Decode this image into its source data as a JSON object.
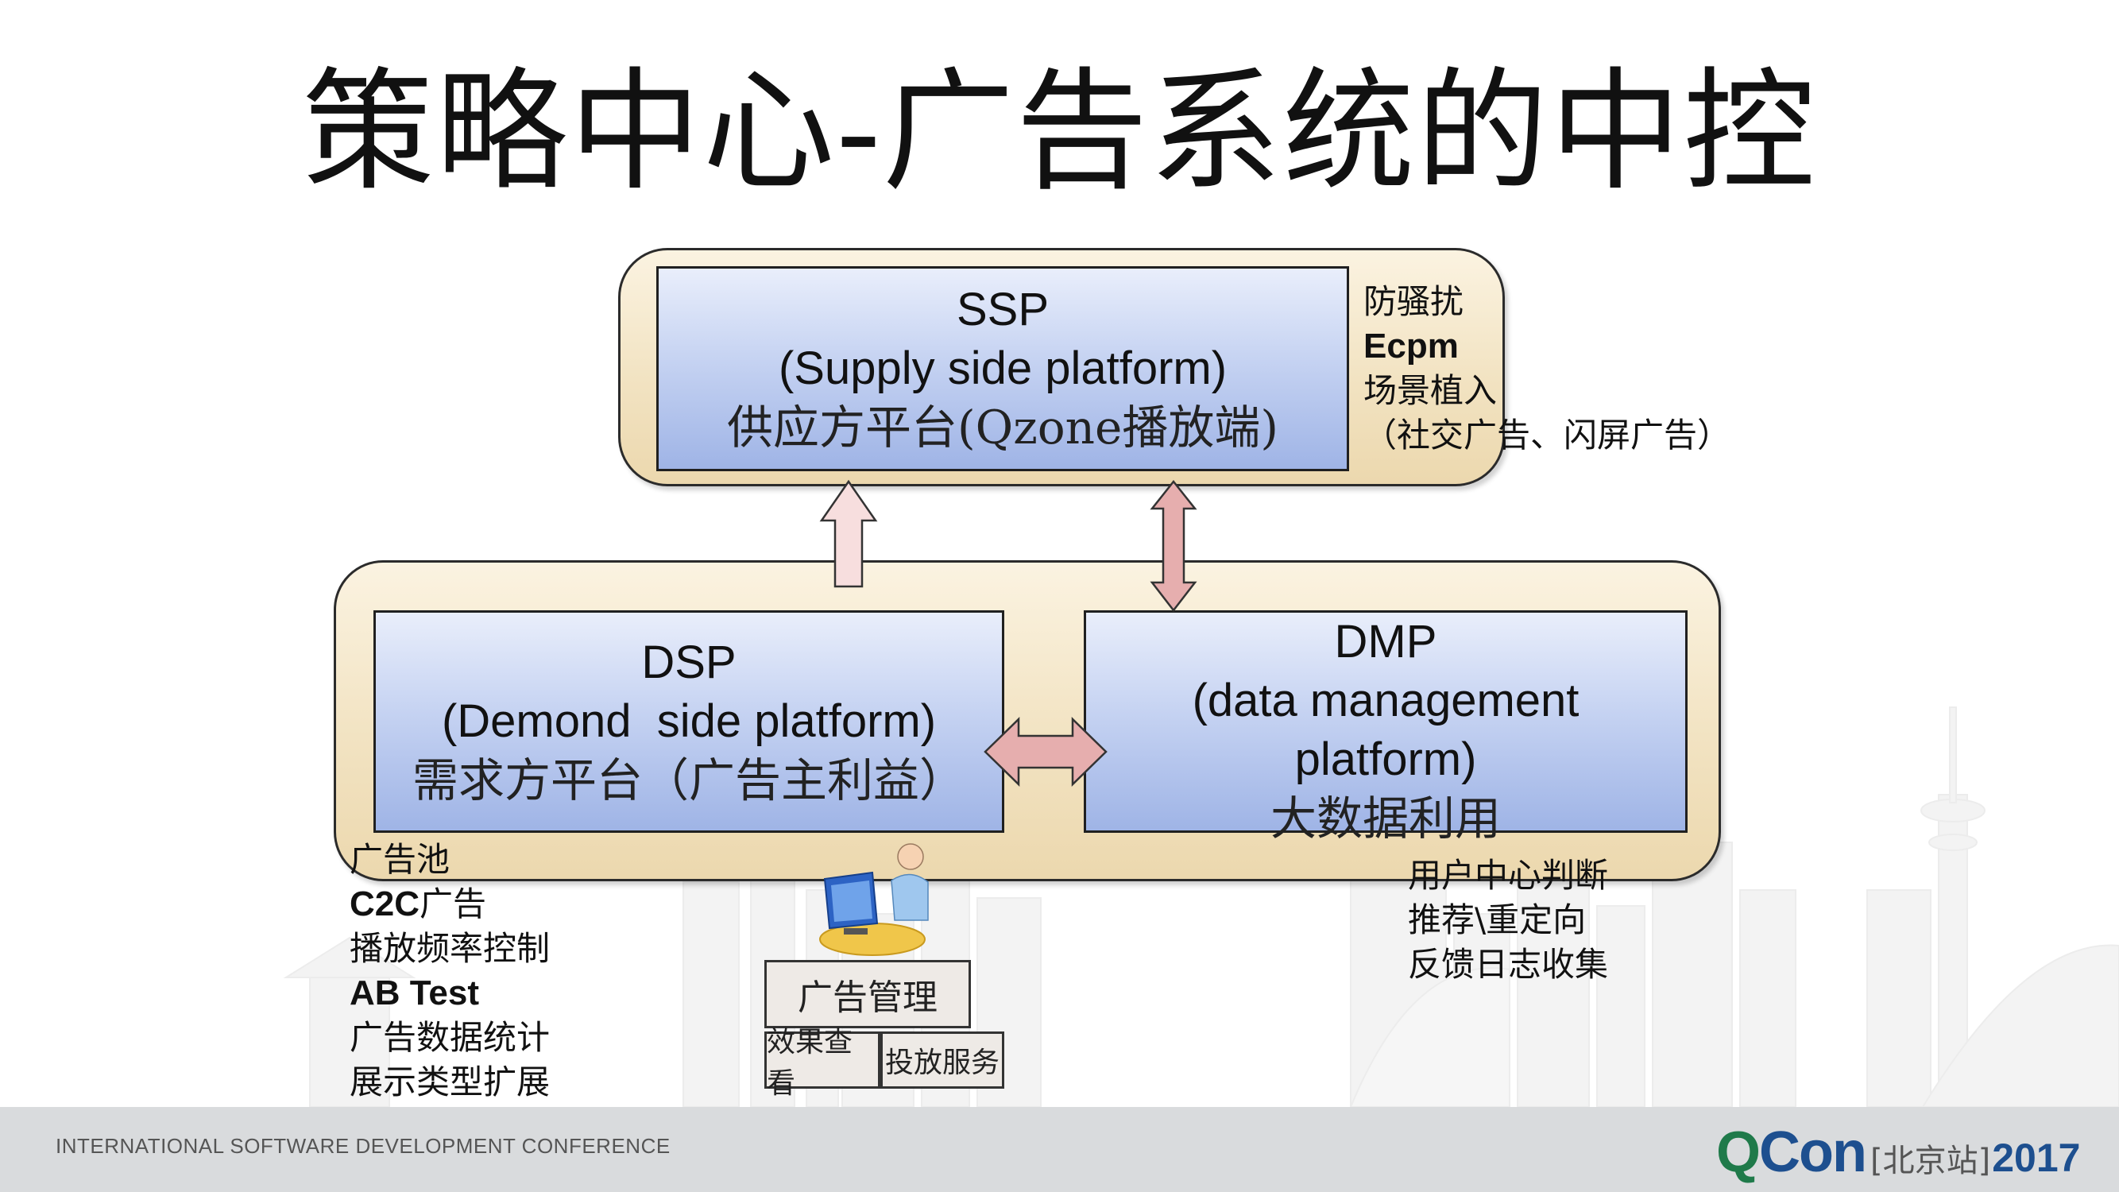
{
  "title": "策略中心-广告系统的中控",
  "ssp": {
    "abbr": "SSP",
    "name": "(Supply side platform)",
    "cn": "供应方平台(Qzone播放端)"
  },
  "ssp_notes": {
    "line1": "防骚扰",
    "line2": "Ecpm",
    "line3": "场景植入",
    "line4": "（社交广告、闪屏广告）"
  },
  "dsp": {
    "abbr": "DSP",
    "name": "(Demond  side platform)",
    "cn": "需求方平台（广告主利益）"
  },
  "dmp": {
    "abbr": "DMP",
    "name1": "(data management",
    "name2": "platform)",
    "cn": "大数据利用"
  },
  "dsp_notes": {
    "line1": "广告池",
    "line2": "C2C",
    "line2_suffix": "广告",
    "line3": "播放频率控制",
    "line4": "AB Test",
    "line5": "广告数据统计",
    "line6": "展示类型扩展"
  },
  "dmp_notes": {
    "line1": "用户中心判断",
    "line2": "推荐\\重定向",
    "line3": "反馈日志收集"
  },
  "ad_management": {
    "title": "广告管理",
    "sub1": "效果查看",
    "sub2": "投放服务"
  },
  "footer": {
    "conference": "INTERNATIONAL SOFTWARE DEVELOPMENT CONFERENCE",
    "logo_q": "Q",
    "logo_con": "Con",
    "logo_city": "[北京站]",
    "logo_year": "2017"
  },
  "colors": {
    "container_fill": "#f2e3c2",
    "box_fill": "#c6d3f2",
    "arrow_light": "#f4d9d9",
    "arrow_dark": "#e3a9a9",
    "qcon_green": "#1f7a4a",
    "qcon_blue": "#1d4f8f"
  },
  "icons": [
    "user-computer-icon",
    "skyline-background"
  ]
}
